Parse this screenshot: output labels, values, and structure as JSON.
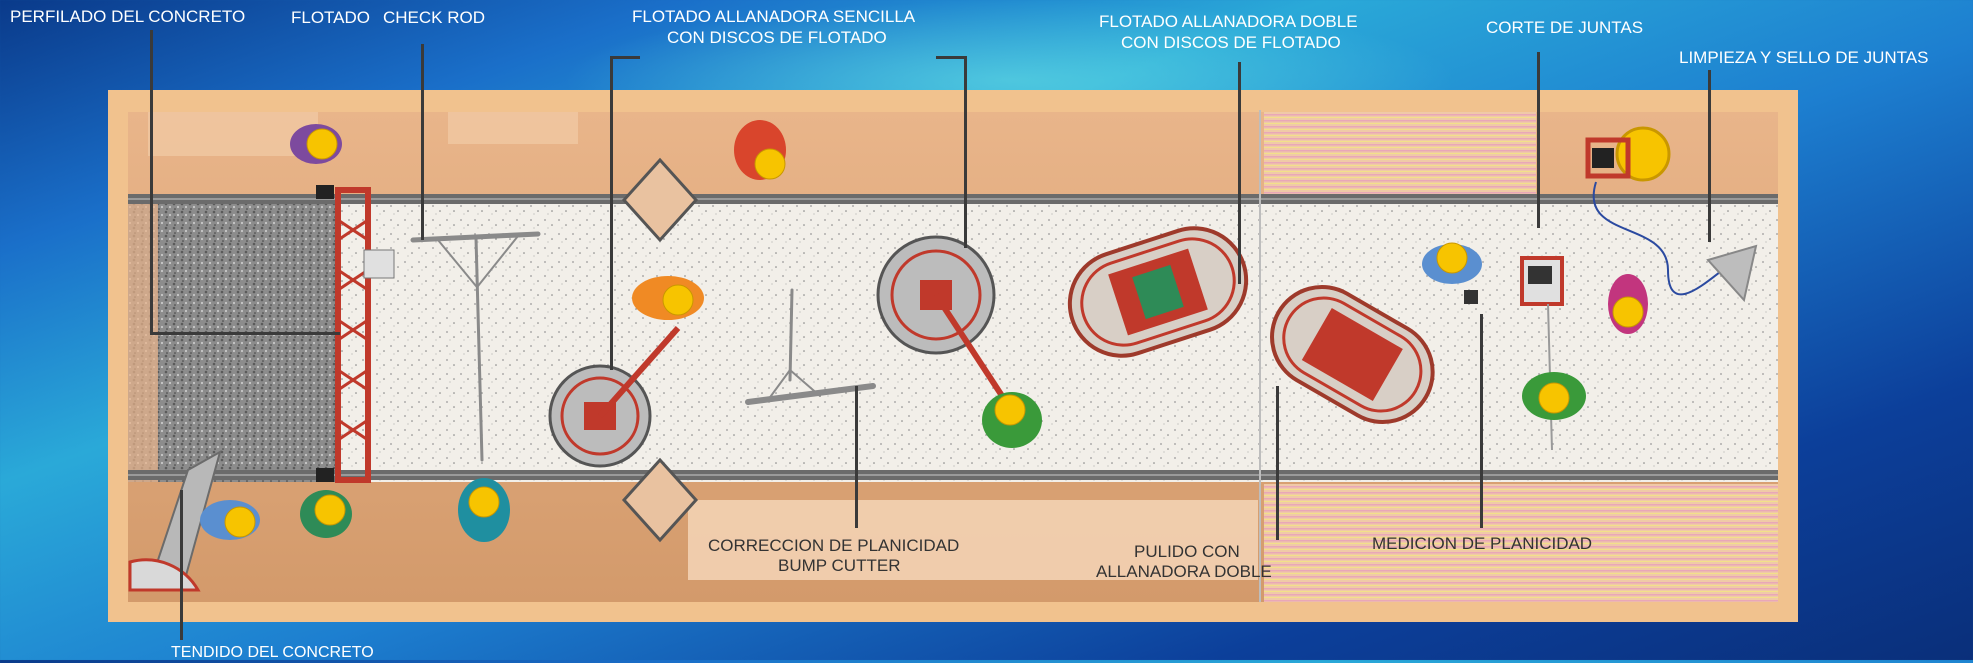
{
  "colors": {
    "background": "#1a6fc9",
    "frame": "#f1c28e",
    "slab": "#f2efe9",
    "leader_line": "#3a3a3a",
    "label_text_white": "#ffffff",
    "label_text_dark": "#333333",
    "hard_hat": "#f7c400",
    "machine_red": "#c0392b"
  },
  "labels": {
    "perfilado": "PERFILADO DEL CONCRETO",
    "flotado": "FLOTADO",
    "check_rod": "CHECK ROD",
    "sencilla_line1": "FLOTADO ALLANADORA SENCILLA",
    "sencilla_line2": "CON DISCOS DE FLOTADO",
    "doble_line1": "FLOTADO ALLANADORA DOBLE",
    "doble_line2": "CON DISCOS DE FLOTADO",
    "corte": "CORTE DE JUNTAS",
    "limpieza": "LIMPIEZA Y SELLO DE JUNTAS",
    "bump_line1": "CORRECCION DE PLANICIDAD",
    "bump_line2": "BUMP CUTTER",
    "pulido_line1": "PULIDO CON",
    "pulido_line2": "ALLANADORA DOBLE",
    "medicion": "MEDICION DE PLANICIDAD",
    "tendido": "TENDIDO DEL CONCRETO"
  },
  "icons": [
    "worker-icon",
    "hard-hat-icon",
    "screed-machine-icon",
    "trowel-single-icon",
    "trowel-double-icon",
    "bump-cutter-icon",
    "check-rod-icon",
    "saw-cutter-icon",
    "concrete-chute-icon",
    "sealant-cart-icon",
    "profilograph-icon"
  ]
}
